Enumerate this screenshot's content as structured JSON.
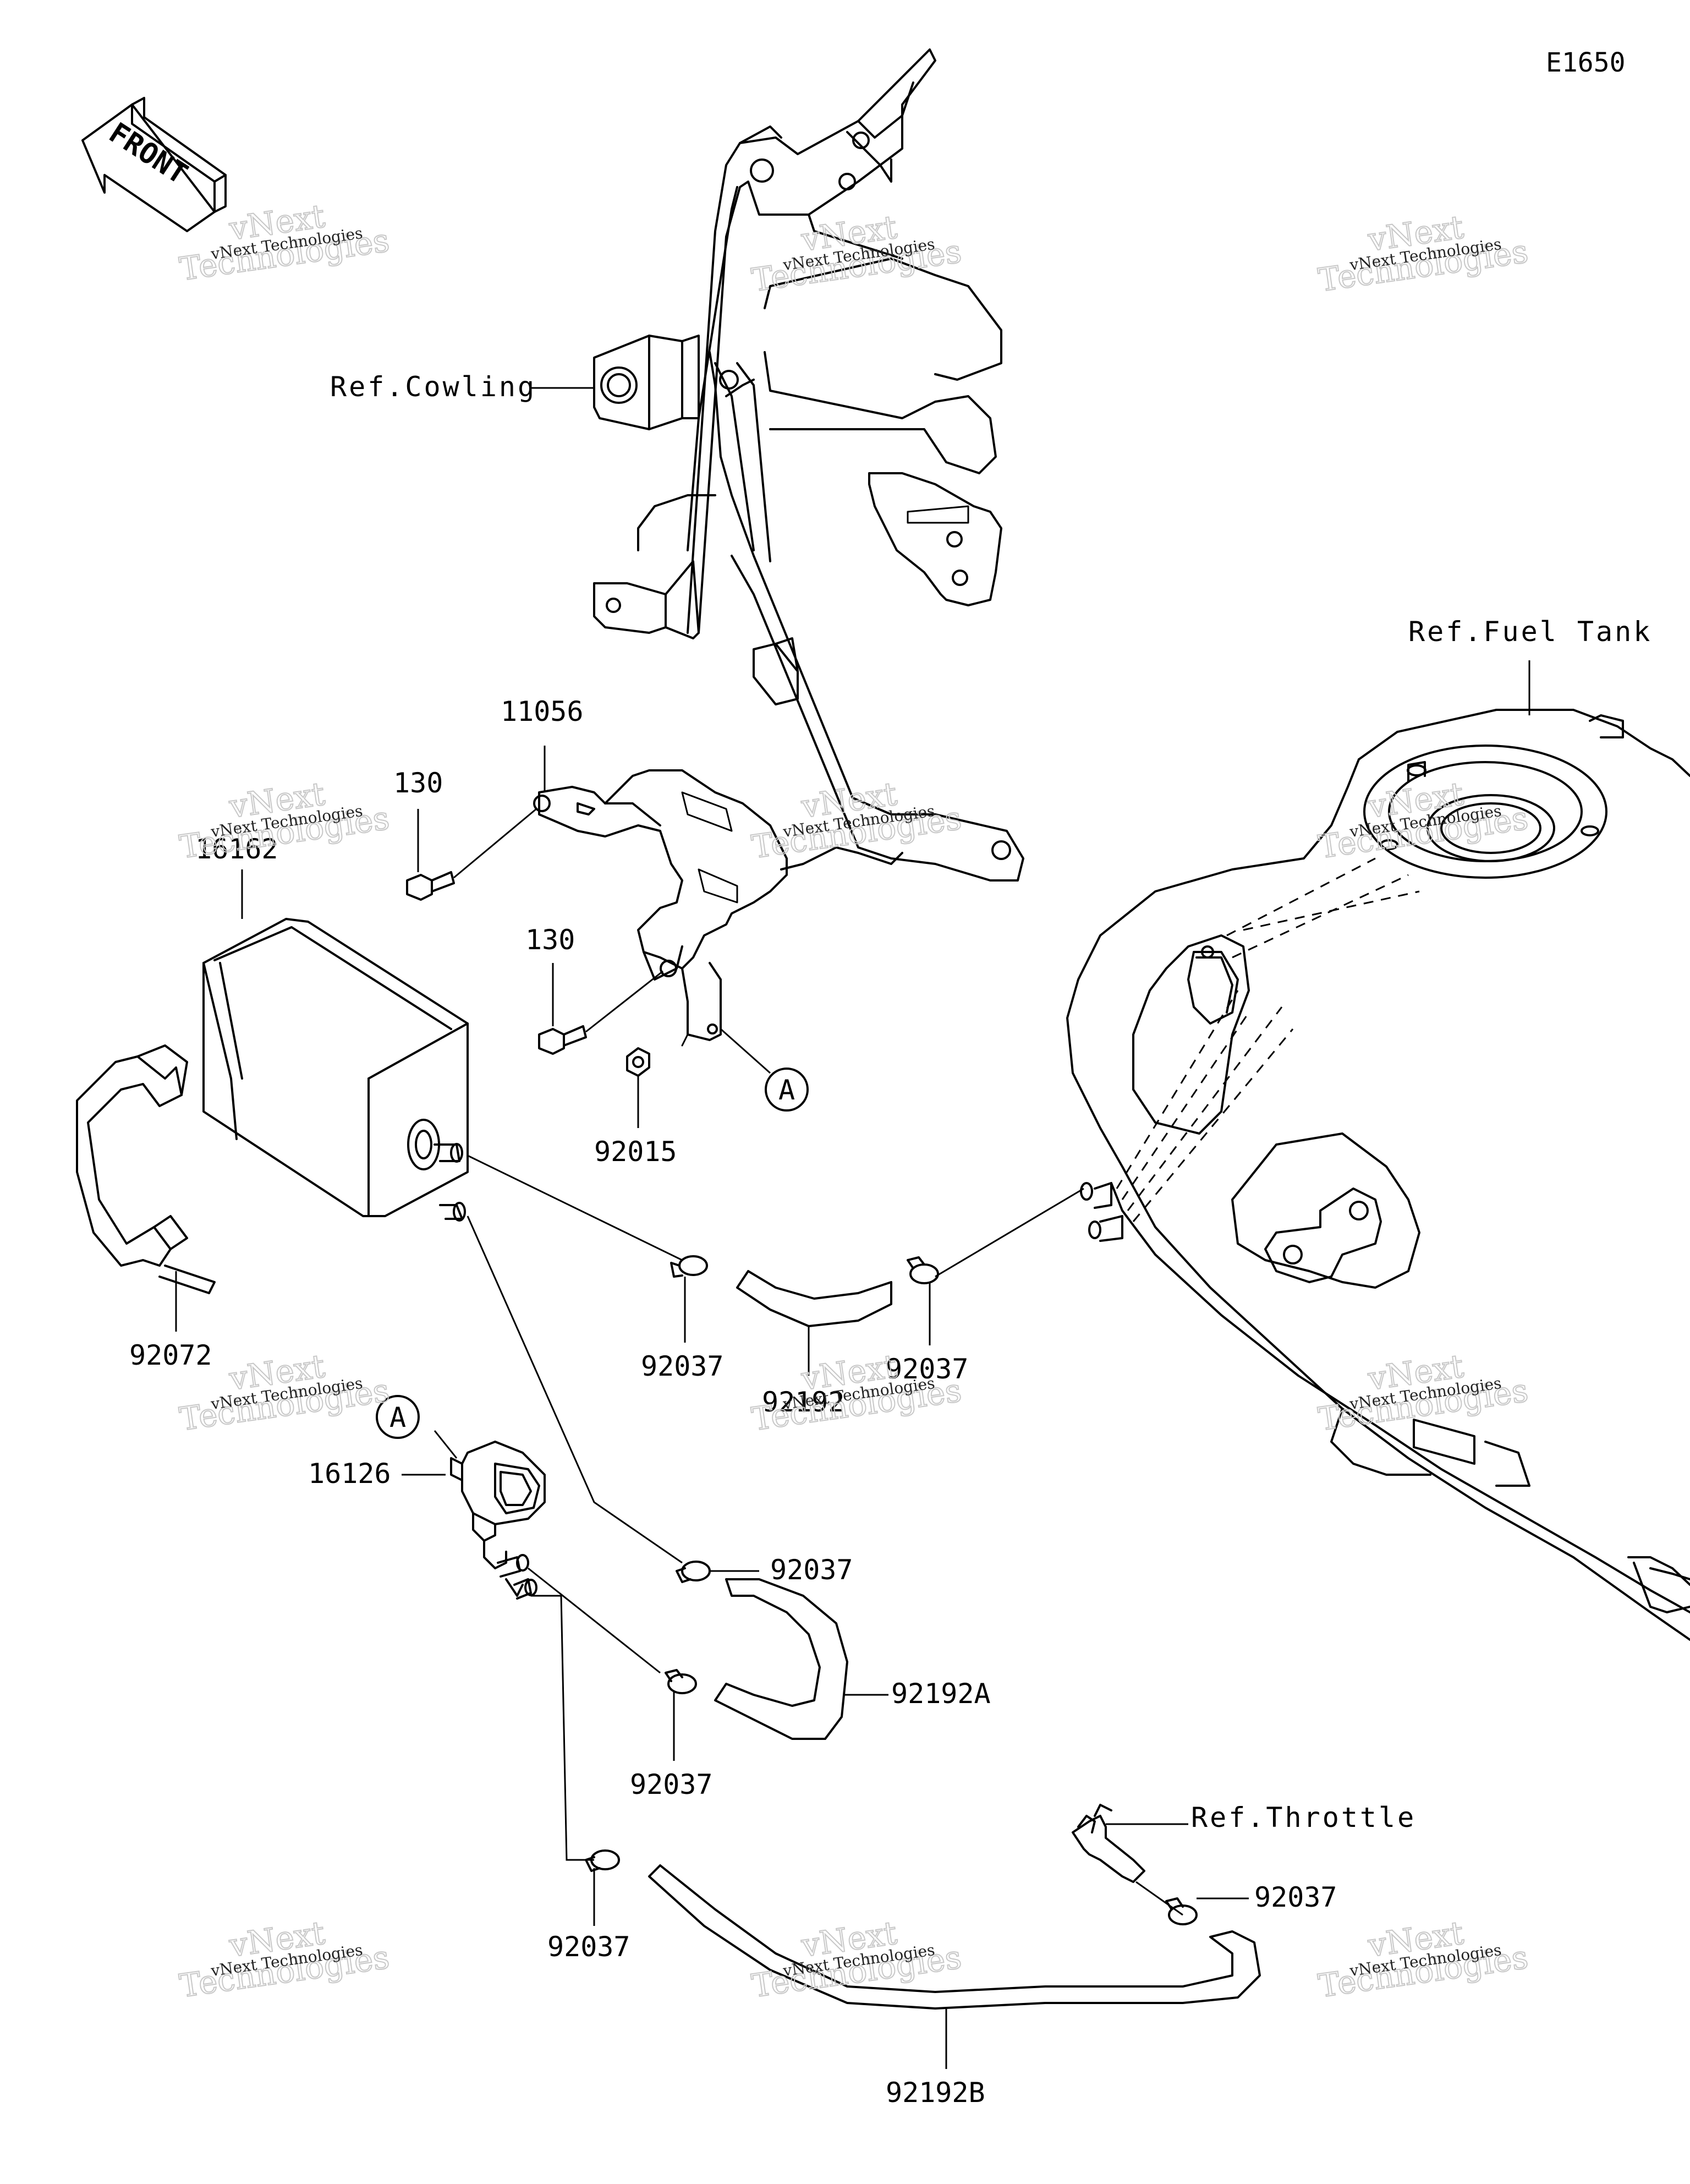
{
  "diagram_code": "E1650",
  "front_label": "FRONT",
  "refs": {
    "cowling": "Ref.Cowling",
    "fuel_tank": "Ref.Fuel Tank",
    "throttle": "Ref.Throttle"
  },
  "parts": {
    "p11056": "11056",
    "p130a": "130",
    "p130b": "130",
    "p16162": "16162",
    "p92015": "92015",
    "p92072": "92072",
    "p16126": "16126",
    "p92037a": "92037",
    "p92037b": "92037",
    "p92037c": "92037",
    "p92037d": "92037",
    "p92037e": "92037",
    "p92037f": "92037",
    "p92192": "92192",
    "p92192A": "92192A",
    "p92192B": "92192B"
  },
  "markers": {
    "a_upper": "A",
    "a_lower": "A"
  },
  "watermark": {
    "line1": "vNext Technologies",
    "line2": "Technologies",
    "line3": "vNext"
  }
}
